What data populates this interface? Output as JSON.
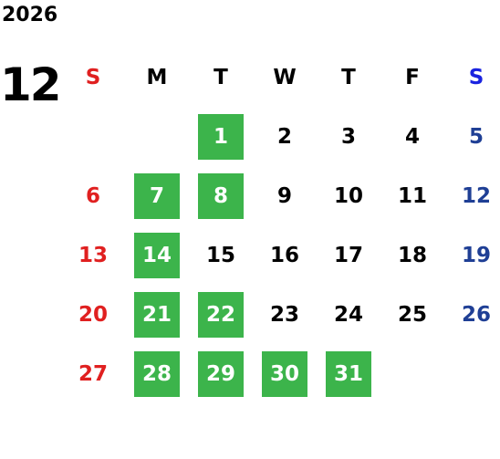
{
  "calendar": {
    "year": "2026",
    "month": "12",
    "weekdays": [
      "S",
      "M",
      "T",
      "W",
      "T",
      "F",
      "S"
    ],
    "weeks": [
      [
        "",
        "",
        "1",
        "2",
        "3",
        "4",
        "5"
      ],
      [
        "6",
        "7",
        "8",
        "9",
        "10",
        "11",
        "12"
      ],
      [
        "13",
        "14",
        "15",
        "16",
        "17",
        "18",
        "19"
      ],
      [
        "20",
        "21",
        "22",
        "23",
        "24",
        "25",
        "26"
      ],
      [
        "27",
        "28",
        "29",
        "30",
        "31",
        "",
        ""
      ]
    ],
    "highlighted_days": [
      "1",
      "7",
      "8",
      "14",
      "21",
      "22",
      "28",
      "29",
      "30",
      "31"
    ],
    "colors": {
      "sunday": "#e02020",
      "saturday_header": "#1a23e0",
      "saturday": "#1f3f95",
      "highlight": "#3cb44b"
    }
  }
}
